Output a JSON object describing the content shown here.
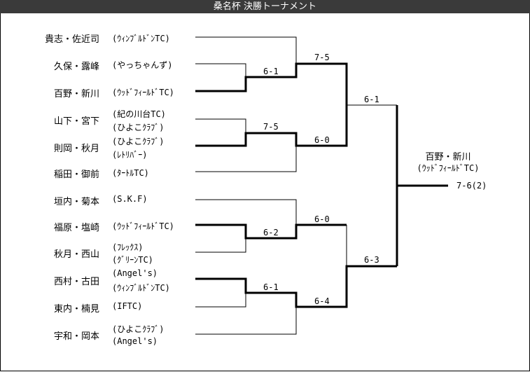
{
  "title": "桑名杯 決勝トーナメント",
  "players": [
    {
      "name": "貴志・佐近司",
      "clubs": [
        "(ｳｨﾝﾌﾞﾙﾄﾞﾝTC)"
      ]
    },
    {
      "name": "久保・露峰",
      "clubs": [
        "(やっちゃんず)"
      ]
    },
    {
      "name": "百野・新川",
      "clubs": [
        "(ｳｯﾄﾞﾌｨｰﾙﾄﾞTC)"
      ]
    },
    {
      "name": "山下・宮下",
      "clubs": [
        "(紀の川台TC)",
        "(ひよこｸﾗﾌﾞ)"
      ]
    },
    {
      "name": "則岡・秋月",
      "clubs": [
        "(ひよこｸﾗﾌﾞ)",
        "(ﾚﾄﾘﾊﾞｰ)"
      ]
    },
    {
      "name": "稲田・御前",
      "clubs": [
        "(ﾀｰﾄﾙTC)"
      ]
    },
    {
      "name": "垣内・菊本",
      "clubs": [
        "(S.K.F)"
      ]
    },
    {
      "name": "福原・塩崎",
      "clubs": [
        "(ｳｯﾄﾞﾌｨｰﾙﾄﾞTC)"
      ]
    },
    {
      "name": "秋月・西山",
      "clubs": [
        "(ﾌﾚｯｸｽ)",
        "(ｸﾞﾘｰﾝTC)"
      ]
    },
    {
      "name": "西村・古田",
      "clubs": [
        "(Angel's)",
        "(ｳｨﾝﾌﾞﾙﾄﾞﾝTC)"
      ]
    },
    {
      "name": "東内・楠見",
      "clubs": [
        "(IFTC)"
      ]
    },
    {
      "name": "宇和・岡本",
      "clubs": [
        "(ひよこｸﾗﾌﾞ)",
        "(Angel's)"
      ]
    }
  ],
  "scores": {
    "r1_a": "6-1",
    "r2_a": "7-5",
    "r1_b": "7-5",
    "r2_b": "6-0",
    "sf_top": "6-1",
    "r1_c": "6-2",
    "r2_c": "6-0",
    "r1_d": "6-1",
    "r2_d": "6-4",
    "sf_bottom": "6-3",
    "final": "7-6(2)"
  },
  "champion": {
    "name": "百野・新川",
    "club": "(ｳｯﾄﾞﾌｨｰﾙﾄﾞTC)"
  }
}
